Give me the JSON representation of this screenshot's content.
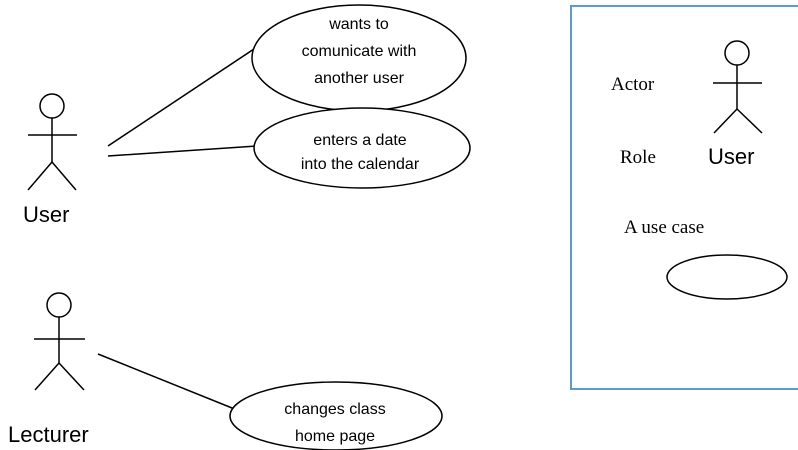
{
  "actors": [
    {
      "id": "user",
      "label": "User"
    },
    {
      "id": "lecturer",
      "label": "Lecturer"
    }
  ],
  "use_cases": [
    {
      "id": "communicate",
      "lines": [
        "wants to",
        "comunicate with",
        "another user"
      ]
    },
    {
      "id": "calendar",
      "lines": [
        "enters a date",
        "into the calendar"
      ]
    },
    {
      "id": "homepage",
      "lines": [
        "changes class",
        "home page"
      ]
    }
  ],
  "associations": [
    {
      "actor": "user",
      "use_case": "communicate"
    },
    {
      "actor": "user",
      "use_case": "calendar"
    },
    {
      "actor": "lecturer",
      "use_case": "homepage"
    }
  ],
  "legend": {
    "actor_label": "Actor",
    "role_label": "Role",
    "role_example": "User",
    "use_case_label": "A use case",
    "border_color": "#5b9bd5"
  }
}
